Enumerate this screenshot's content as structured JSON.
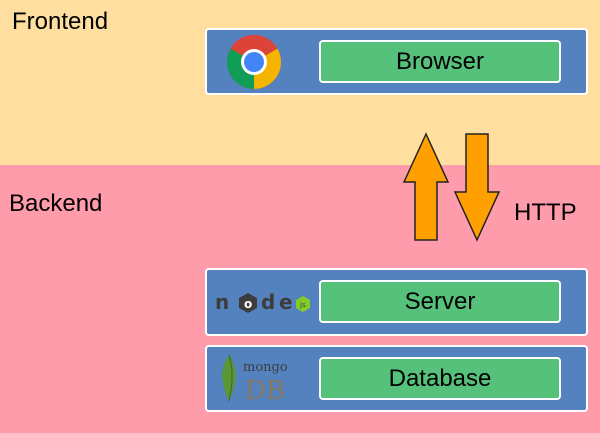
{
  "zones": {
    "frontend": "Frontend",
    "backend": "Backend"
  },
  "components": {
    "browser": {
      "label": "Browser",
      "logo": "chrome-logo"
    },
    "server": {
      "label": "Server",
      "logo": "nodejs-logo"
    },
    "database": {
      "label": "Database",
      "logo": "mongodb-logo"
    }
  },
  "connection": {
    "label": "HTTP",
    "arrow_icons": [
      "arrow-up-icon",
      "arrow-down-icon"
    ]
  },
  "logos": {
    "node": {
      "letters": [
        "n",
        "o",
        "d",
        "e"
      ]
    },
    "mongo": {
      "top_word": "mongo",
      "bottom_word": "DB"
    }
  },
  "colors": {
    "frontend_bg": "#ffdf9f",
    "backend_bg": "#ff9cab",
    "box_bg": "#5382bf",
    "pill_bg": "#56c17b",
    "arrow": "#ff9f00"
  }
}
